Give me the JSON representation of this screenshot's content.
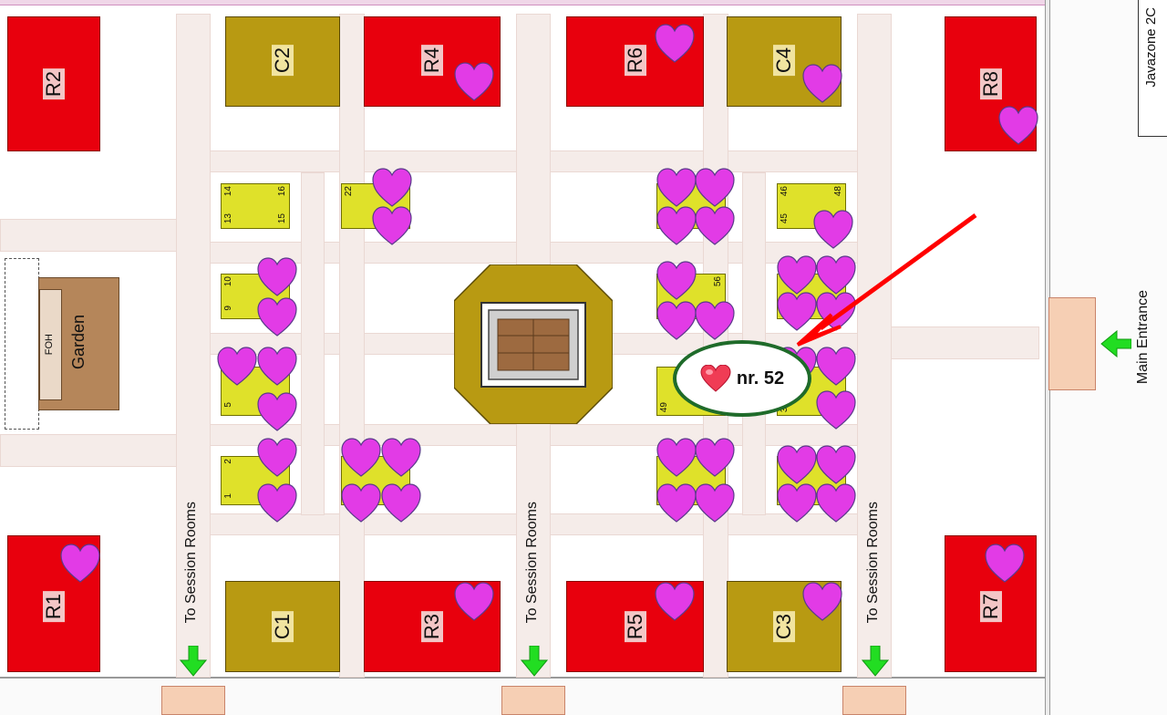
{
  "title": "Javazone 2C",
  "rooms": {
    "R1": "R1",
    "R2": "R2",
    "R3": "R3",
    "R4": "R4",
    "R5": "R5",
    "R6": "R6",
    "R7": "R7",
    "R8": "R8",
    "C1": "C1",
    "C2": "C2",
    "C3": "C3",
    "C4": "C4"
  },
  "garden": {
    "label": "Garden",
    "foh": "FOH"
  },
  "session_rooms_label": "To Session Rooms",
  "main_entrance_label": "Main Entrance",
  "callout": {
    "text": "nr. 52"
  },
  "stand_numbers": [
    "14",
    "16",
    "13",
    "15",
    "22",
    "10",
    "9",
    "2",
    "1",
    "5",
    "46",
    "48",
    "45",
    "56",
    "49",
    "37"
  ],
  "colors": {
    "heart": "#e23be6",
    "accent_arrow": "#ff0000",
    "callout_border": "#1f6b2a",
    "exit_arrow": "#22dd22"
  }
}
